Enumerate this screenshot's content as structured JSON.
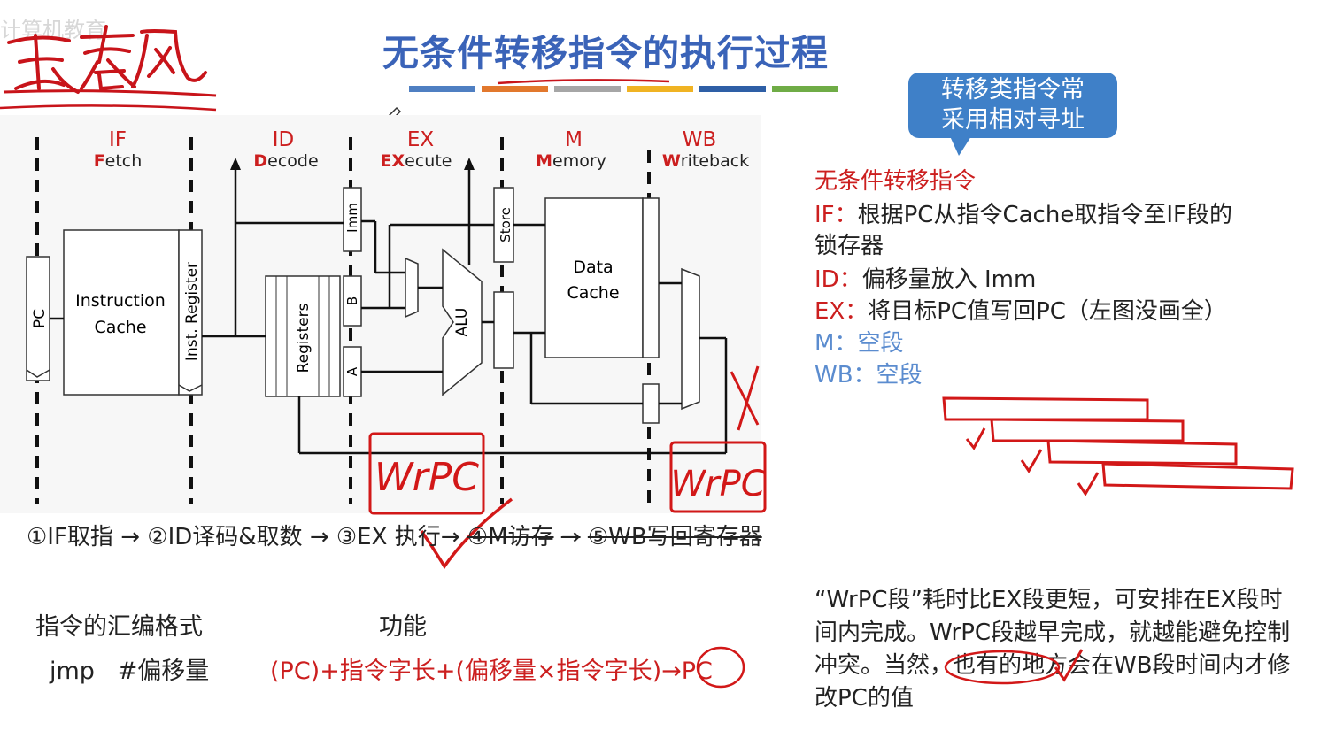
{
  "watermark": "计算机教育",
  "signature_text": "袁春风",
  "title": "无条件转移指令的执行过程",
  "bar_colors": [
    "#4f7fc2",
    "#e2782d",
    "#a6a6a6",
    "#f0b323",
    "#2e5fa6",
    "#6fac46"
  ],
  "bubble": {
    "line1": "转移类指令常",
    "line2": "采用相对寻址"
  },
  "stages": [
    {
      "name": "IF",
      "first": "F",
      "rest": "etch"
    },
    {
      "name": "ID",
      "first": "D",
      "rest": "ecode"
    },
    {
      "name": "EX",
      "first": "EX",
      "rest": "ecute"
    },
    {
      "name": "M",
      "first": "M",
      "rest": "emory"
    },
    {
      "name": "WB",
      "first": "W",
      "rest": "riteback"
    }
  ],
  "diagram": {
    "pc": "PC",
    "icache_line1": "Instruction",
    "icache_line2": "Cache",
    "inst_register": "Inst. Register",
    "registers": "Registers",
    "imm": "Imm",
    "b": "B",
    "a": "A",
    "alu": "ALU",
    "store": "Store",
    "dcache_line1": "Data",
    "dcache_line2": "Cache",
    "wrpc_ex": "WrPC",
    "wrpc_wb": "WrPC"
  },
  "steps_heading": "无条件转移指令",
  "steps": [
    {
      "label": "IF：",
      "text": "根据PC从指令Cache取指令至IF段的"
    },
    {
      "label": "",
      "text": "锁存器"
    },
    {
      "label": "ID：",
      "text": "偏移量放入 Imm"
    },
    {
      "label": "EX：",
      "text": "将目标PC值写回PC（左图没画全）"
    },
    {
      "label": "M：",
      "text": "空段"
    },
    {
      "label": "WB：",
      "text": "空段"
    }
  ],
  "flow": {
    "s1": "①IF取指",
    "s2": "②ID译码&取数",
    "s3": "③EX 执行",
    "s4": "④M访存",
    "s5": "⑤WB写回寄存器",
    "arrow": "→"
  },
  "asm_label": "指令的汇编格式",
  "func_label": "功能",
  "asm": "jmp   #偏移量",
  "func": "(PC)+指令字长+(偏移量×指令字长)→PC",
  "note": "“WrPC段”耗时比EX段更短，可安排在EX段时间内完成。WrPC段越早完成，就越能避免控制冲突。当然，也有的地方会在WB段时间内才修改PC的值"
}
